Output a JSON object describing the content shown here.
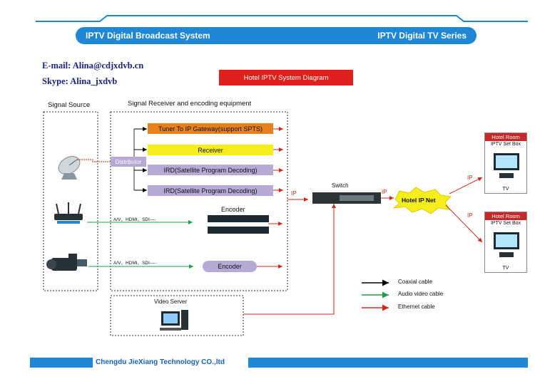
{
  "header": {
    "left_title": "IPTV Digital Broadcast System",
    "right_title": "IPTV Digital TV Series"
  },
  "contact": {
    "email": "E-mail: Alina@cdjxdvb.cn",
    "skype": "Skype: Alina_jxdvb"
  },
  "diagram_title": "Hotel IPTV System Diagram",
  "sections": {
    "signal_source": "Signal Source",
    "receiver_encoding": "Signal Receiver and encoding equipment",
    "video_server": "Video Server"
  },
  "devices": {
    "distributor": "Distributor",
    "tuner": "Tuner To IP Gateway(support SPTS)",
    "receiver": "Receiver",
    "ird1": "IRD(Satellite Program  Decoding)",
    "ird2": "IRD(Satellite Program  Decoding)",
    "encoder_rack": "Encoder",
    "encoder": "Encoder",
    "switch": "Switch",
    "hotel_net": "Hotel IP Net"
  },
  "signals": {
    "av1": "A/V、HDMI、SDI----",
    "av2": "A/V、HDMI、SDI----",
    "ip1": "IP",
    "ip2": "IP",
    "ip3": "IP",
    "ip4": "IP"
  },
  "rooms": [
    {
      "title": "Hotel Room",
      "sub": "IPTV Set Box",
      "tv": "TV"
    },
    {
      "title": "Hotel Room",
      "sub": "IPTV Set Box",
      "tv": "TV"
    }
  ],
  "legend": [
    {
      "label": "Coaxial   cable",
      "color": "#000000"
    },
    {
      "label": "Audio video cable",
      "color": "#1e9e4a"
    },
    {
      "label": "Ethernet   cable",
      "color": "#d0281c"
    }
  ],
  "footer": "Chengdu JieXiang Technology CO.,ltd",
  "colors": {
    "accent_blue": "#1e88d6",
    "red": "#d0281c",
    "green": "#1e9e4a",
    "orange": "#e8801e",
    "yellow": "#f6ee1a",
    "lavender": "#b6a9d6"
  }
}
